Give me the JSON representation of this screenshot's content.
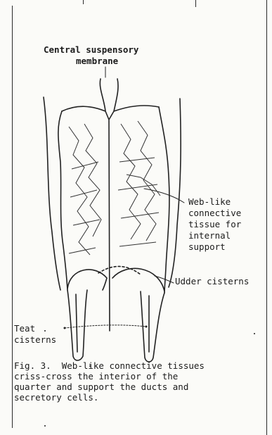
{
  "labels": {
    "top": [
      "Central suspensory",
      "membrane"
    ],
    "web": [
      "Web-like",
      "connective",
      "tissue for",
      "internal",
      "support"
    ],
    "udder": "Udder cisterns",
    "teat": [
      "Teat",
      "cisterns"
    ]
  },
  "caption": {
    "figure": "Fig. 3.",
    "lines": [
      "Web-like connective tissues",
      "criss-cross the interior of the",
      "quarter and support the ducts and",
      "secretory cells."
    ]
  }
}
